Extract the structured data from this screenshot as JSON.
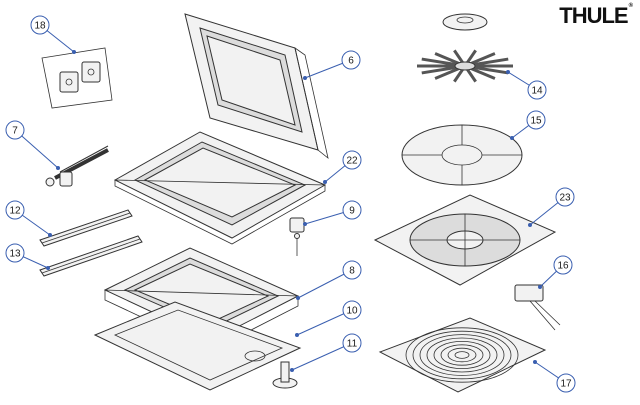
{
  "brand": {
    "logo_text": "THULE"
  },
  "callouts": [
    {
      "id": "c6",
      "label": "6"
    },
    {
      "id": "c7",
      "label": "7"
    },
    {
      "id": "c8",
      "label": "8"
    },
    {
      "id": "c9",
      "label": "9"
    },
    {
      "id": "c10",
      "label": "10"
    },
    {
      "id": "c11",
      "label": "11"
    },
    {
      "id": "c12",
      "label": "12"
    },
    {
      "id": "c13",
      "label": "13"
    },
    {
      "id": "c14",
      "label": "14"
    },
    {
      "id": "c15",
      "label": "15"
    },
    {
      "id": "c16",
      "label": "16"
    },
    {
      "id": "c17",
      "label": "17"
    },
    {
      "id": "c18",
      "label": "18"
    },
    {
      "id": "c22",
      "label": "22"
    },
    {
      "id": "c23",
      "label": "23"
    }
  ],
  "colors": {
    "leader": "#3a5fb0",
    "outline": "#333333",
    "fill": "#f2f2f2"
  }
}
